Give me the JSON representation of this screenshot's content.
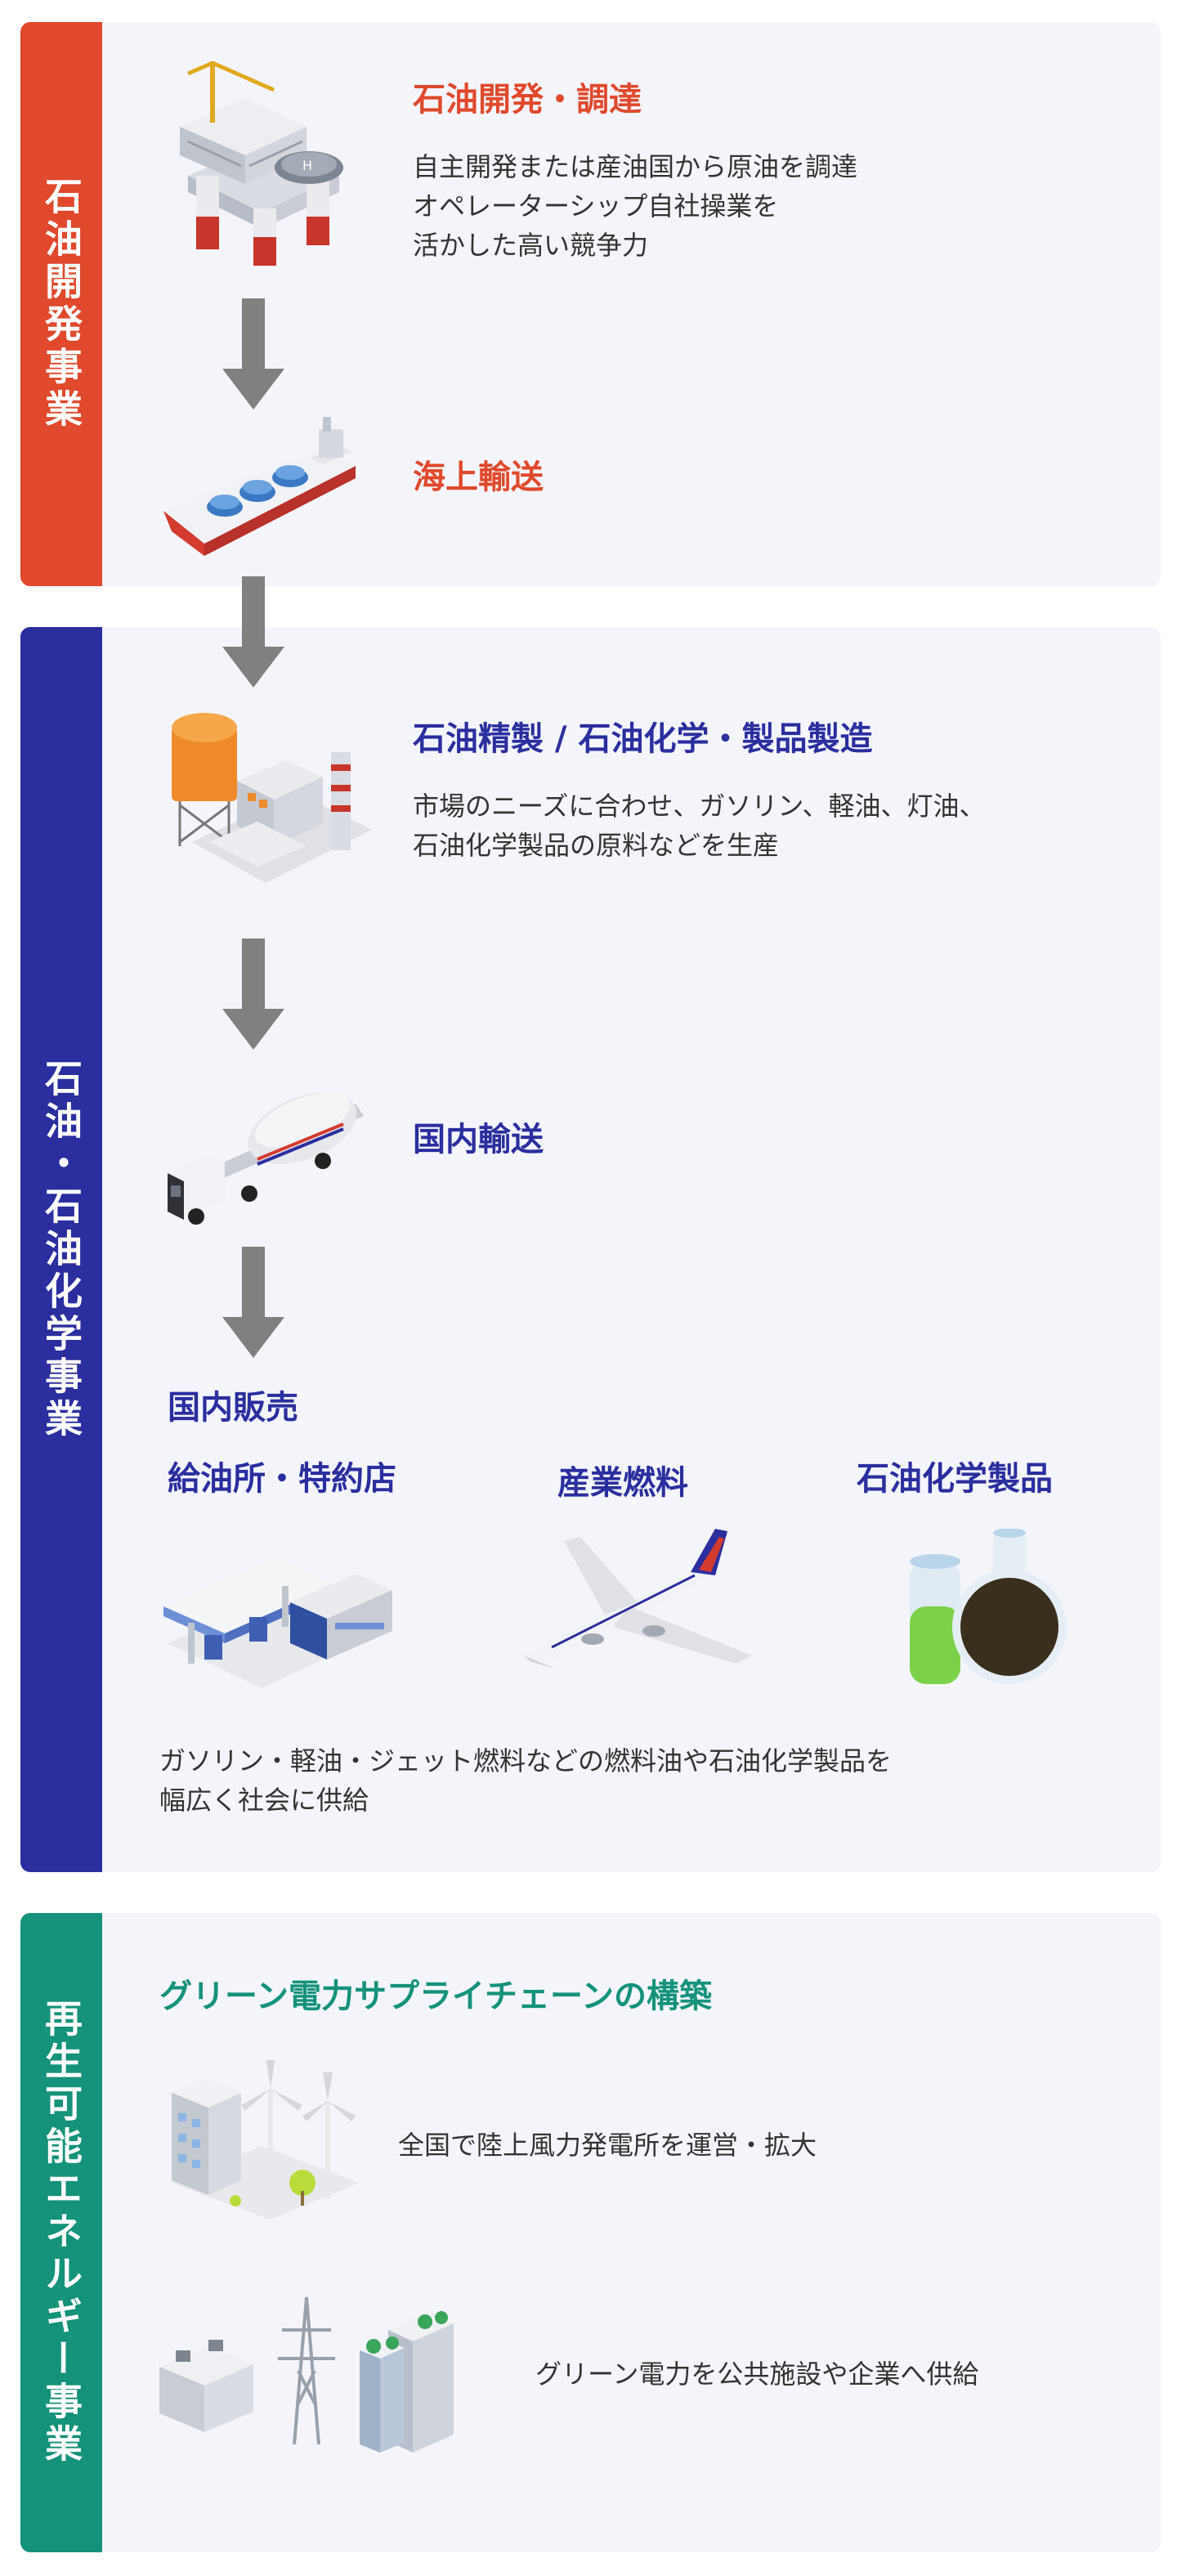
{
  "colors": {
    "oil_dev": "#e0492c",
    "petro": "#2b2e9e",
    "renew": "#15927a",
    "panel": "#f4f5fa",
    "arrow": "#808080"
  },
  "sections": {
    "oil_dev": {
      "band_label": "石油開発事業",
      "steps": {
        "procurement": {
          "title": "石油開発・調達",
          "lines": [
            "自主開発または産油国から原油を調達",
            "オペレーターシップ自社操業を",
            "活かした高い競争力"
          ]
        },
        "sea_transport": {
          "title": "海上輸送"
        }
      }
    },
    "petro": {
      "band_label": "石油・石油化学事業",
      "steps": {
        "refining": {
          "title": "石油精製 / 石油化学・製品製造",
          "lines": [
            "市場のニーズに合わせ、ガソリン、軽油、灯油、",
            "石油化学製品の原料などを生産"
          ]
        },
        "domestic_transport": {
          "title": "国内輸送"
        },
        "domestic_sales": {
          "title": "国内販売",
          "channels": [
            "給油所・特約店",
            "産業燃料",
            "石油化学製品"
          ],
          "lines": [
            "ガソリン・軽油・ジェット燃料などの燃料油や石油化学製品を",
            "幅広く社会に供給"
          ]
        }
      }
    },
    "renew": {
      "band_label": "再生可能エネルギー事業",
      "title": "グリーン電力サプライチェーンの構築",
      "items": [
        "全国で陸上風力発電所を運営・拡大",
        "グリーン電力を公共施設や企業へ供給"
      ]
    }
  }
}
